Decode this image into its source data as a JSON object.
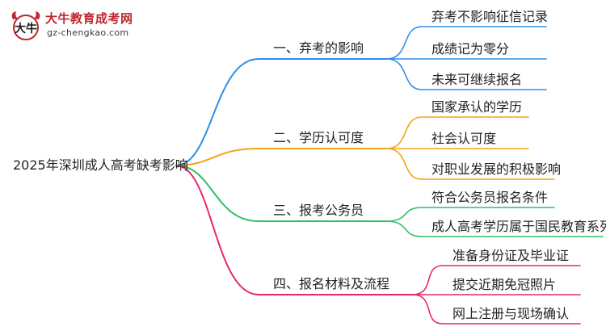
{
  "logo": {
    "title": "大牛教育成考网",
    "url": "gz-chengkao.com",
    "mark_text": "大牛",
    "colors": {
      "brand": "#c0262d"
    }
  },
  "mindmap": {
    "root": "2025年深圳成人高考缺考影响",
    "branches": [
      {
        "label": "一、弃考的影响",
        "color": "#2f8fe6",
        "children": [
          "弃考不影响征信记录",
          "成绩记为零分",
          "未来可继续报名"
        ]
      },
      {
        "label": "二、学历认可度",
        "color": "#f2a516",
        "children": [
          "国家承认的学历",
          "社会认可度",
          "对职业发展的积极影响"
        ]
      },
      {
        "label": "三、报考公务员",
        "color": "#2dbf6a",
        "children": [
          "符合公务员报名条件",
          "成人高考学历属于国民教育系列"
        ]
      },
      {
        "label": "四、报名材料及流程",
        "color": "#e8266f",
        "children": [
          "准备身份证及毕业证",
          "提交近期免冠照片",
          "网上注册与现场确认"
        ]
      }
    ]
  }
}
